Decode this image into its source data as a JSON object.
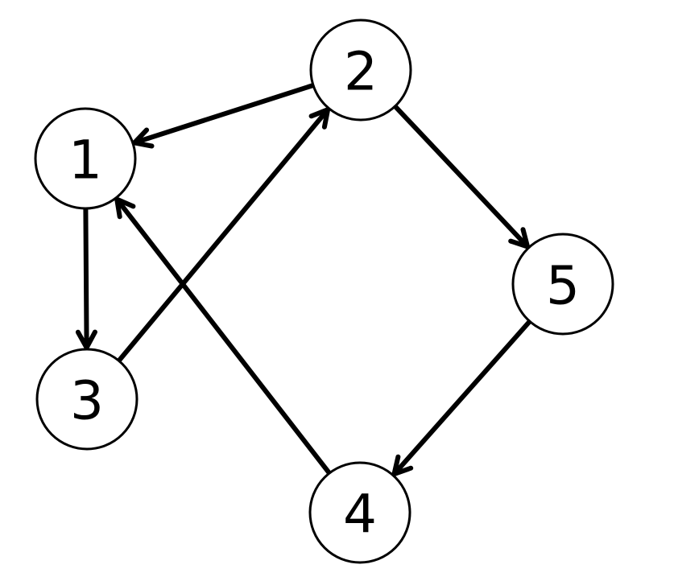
{
  "graph": {
    "directed": true,
    "nodes": [
      {
        "id": "1",
        "label": "1"
      },
      {
        "id": "2",
        "label": "2"
      },
      {
        "id": "3",
        "label": "3"
      },
      {
        "id": "4",
        "label": "4"
      },
      {
        "id": "5",
        "label": "5"
      }
    ],
    "edges": [
      {
        "from": "2",
        "to": "1"
      },
      {
        "from": "1",
        "to": "3"
      },
      {
        "from": "3",
        "to": "2"
      },
      {
        "from": "2",
        "to": "5"
      },
      {
        "from": "5",
        "to": "4"
      },
      {
        "from": "4",
        "to": "1"
      }
    ]
  },
  "colors": {
    "ink": "#000000",
    "background": "#ffffff"
  }
}
